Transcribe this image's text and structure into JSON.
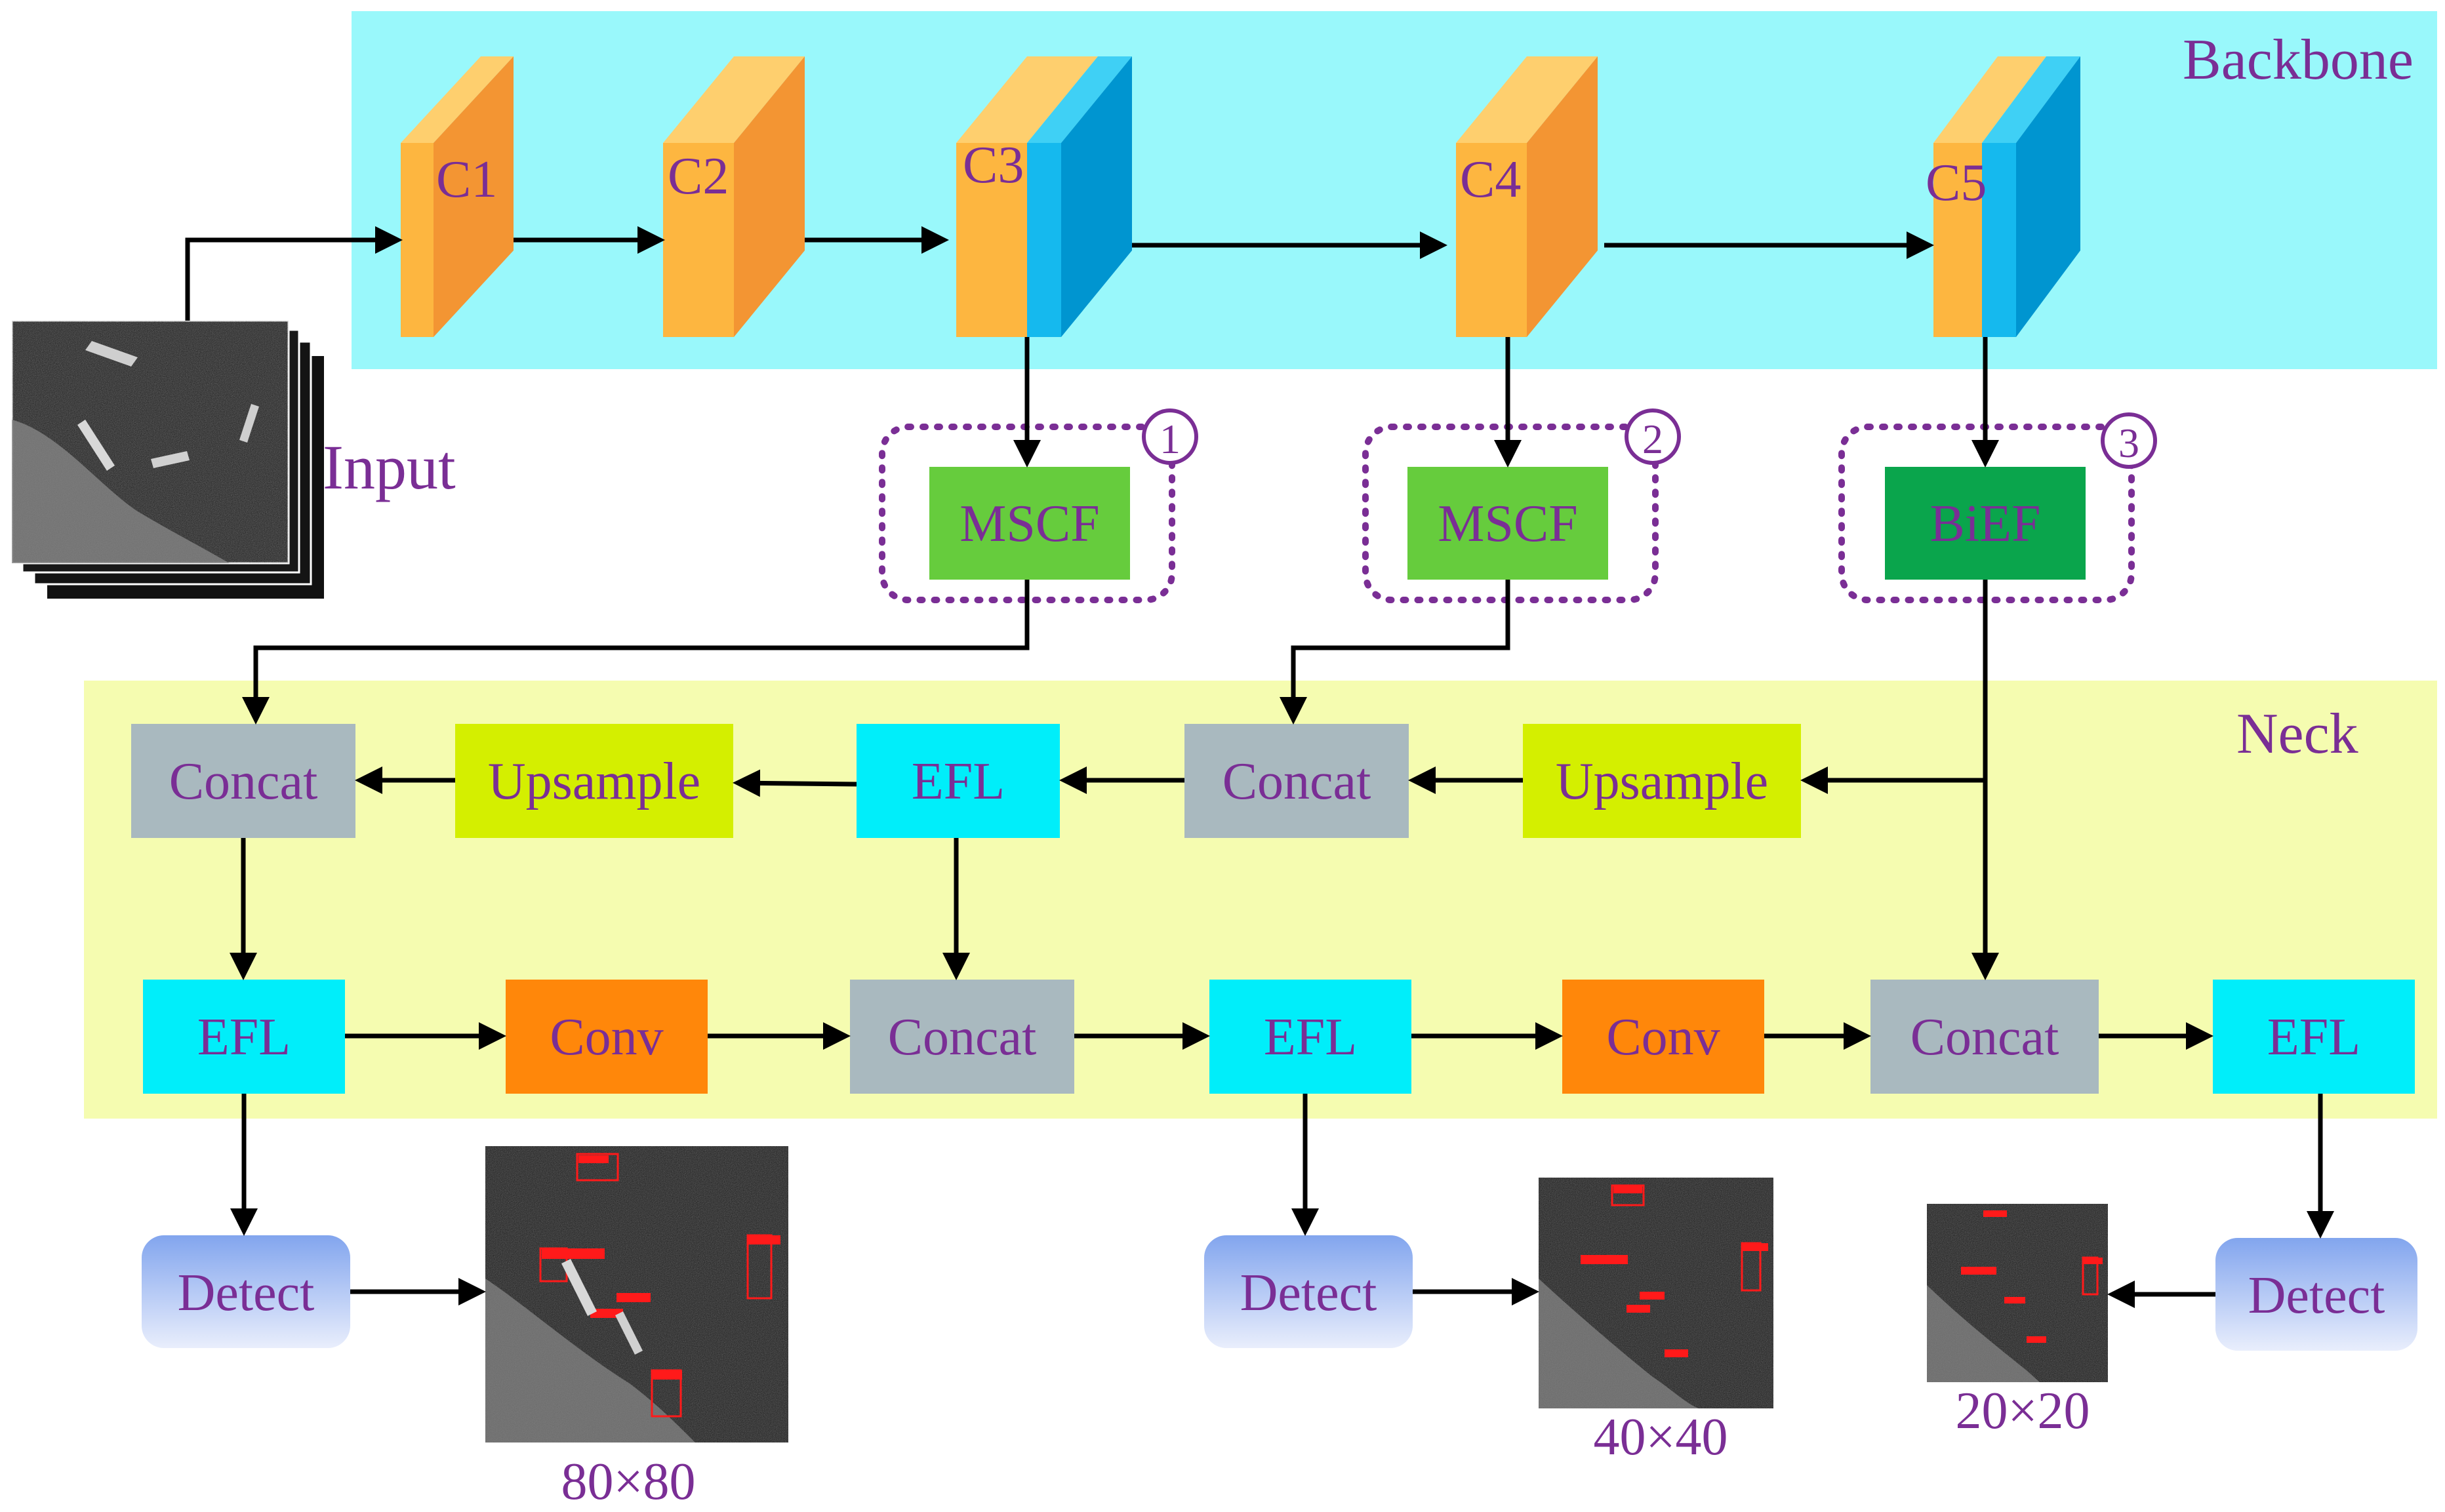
{
  "regions": {
    "backbone_label": "Backbone",
    "neck_label": "Neck"
  },
  "input_label": "Input",
  "backbone": {
    "c1": "C1",
    "c2": "C2",
    "c3": "C3",
    "c4": "C4",
    "c5": "C5"
  },
  "modules": {
    "m1_label": "MSCF",
    "m1_badge": "1",
    "m2_label": "MSCF",
    "m2_badge": "2",
    "m3_label": "BiEF",
    "m3_badge": "3"
  },
  "neck": {
    "concat_1": "Concat",
    "upsample_1": "Upsample",
    "efl_top": "EFL",
    "concat_2": "Concat",
    "upsample_2": "Upsample",
    "efl_1": "EFL",
    "conv_1": "Conv",
    "concat_3": "Concat",
    "efl_2": "EFL",
    "conv_2": "Conv",
    "concat_4": "Concat",
    "efl_3": "EFL"
  },
  "detect": {
    "d1": "Detect",
    "d2": "Detect",
    "d3": "Detect"
  },
  "outputs": {
    "o1": "80×80",
    "o2": "40×40",
    "o3": "20×20"
  },
  "colors": {
    "backbone_bg": "#99f8fb",
    "neck_bg": "#f5fcb0",
    "cube_front": "#fdb640",
    "cube_top": "#fecf6e",
    "cube_side": "#f39533",
    "cube_blue_front": "#15b9ee",
    "cube_blue_side": "#0095d0",
    "mscf": "#66cc3d",
    "bief": "#0aa54c",
    "concat": "#a9b9bf",
    "upsample": "#d4ef00",
    "efl": "#00eefa",
    "conv": "#ff870a",
    "text": "#7a2e95"
  }
}
